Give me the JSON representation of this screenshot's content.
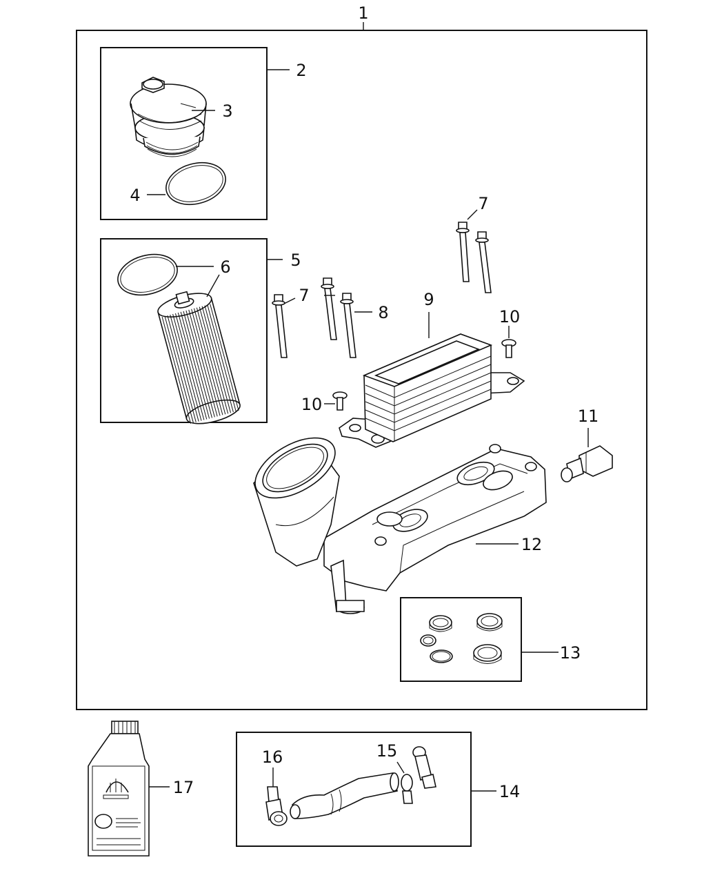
{
  "callouts": {
    "c1": "1",
    "c2": "2",
    "c3": "3",
    "c4": "4",
    "c5": "5",
    "c6": "6",
    "c7a": "7",
    "c7b": "7",
    "c8": "8",
    "c9": "9",
    "c10a": "10",
    "c10b": "10",
    "c11": "11",
    "c12": "12",
    "c13": "13",
    "c14": "14",
    "c15": "15",
    "c16": "16",
    "c17": "17"
  }
}
